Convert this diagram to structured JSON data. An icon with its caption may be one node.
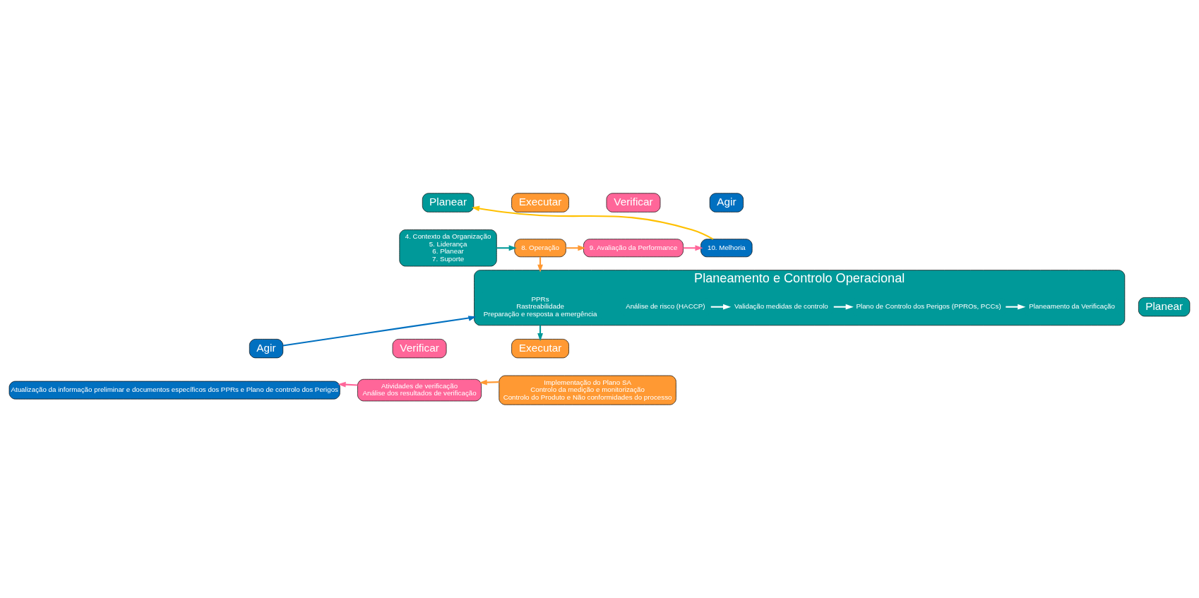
{
  "diagram": {
    "nodes": [
      {
        "text": [
          "Planear"
        ]
      },
      {
        "text": [
          "4. Contexto da Organização",
          "5. Liderança",
          "6. Planear",
          "7. Suporte"
        ]
      },
      {
        "text": [
          "Executar"
        ]
      },
      {
        "text": [
          "8. Operação"
        ]
      },
      {
        "text": [
          "Verificar"
        ]
      },
      {
        "text": [
          "9. Avaliação da Performance"
        ]
      },
      {
        "text": [
          "Agir"
        ]
      },
      {
        "text": [
          "10. Melhoria"
        ]
      },
      {
        "text": [
          "Planear"
        ]
      },
      {
        "text": [
          "Planeamento e Controlo Operacional"
        ]
      },
      {
        "text": [
          "PPRs",
          "Rastreabilidade",
          "Preparação e resposta a emergência"
        ],
        "in": 9
      },
      {
        "text": [
          "Análise de risco (HACCP)"
        ],
        "in": 9
      },
      {
        "text": [
          "Validação medidas de controlo"
        ],
        "in": 9
      },
      {
        "text": [
          "Plano de Controlo dos Perigos (PPROs, PCCs)"
        ],
        "in": 9
      },
      {
        "text": [
          "Planeamento da Verificação"
        ],
        "in": 9
      },
      {
        "text": [
          "Agir"
        ]
      },
      {
        "text": [
          "Atualização da informação preliminar e documentos específicos dos PPRs e Plano de controlo dos Perigos"
        ]
      },
      {
        "text": [
          "Verificar"
        ]
      },
      {
        "text": [
          "Atividades de verificação",
          "Análise dos resultados de verificação"
        ]
      },
      {
        "text": [
          "Executar"
        ]
      },
      {
        "text": [
          "Implementação do Plano SA",
          "Controlo da medição e monitorização",
          "Controlo do Produto e Não conformidades do processo"
        ]
      }
    ],
    "edges": [
      {
        "from": 1,
        "to": 3,
        "arrow": "to",
        "color": "#009999"
      },
      {
        "from": 3,
        "to": 5,
        "arrow": "to",
        "color": "#ff9933"
      },
      {
        "from": 5,
        "to": 7,
        "arrow": "to",
        "color": "#ff6699"
      },
      {
        "from": 7,
        "to": 0,
        "arrow": "to",
        "color": "#ffc000"
      },
      {
        "from": 3,
        "to": 9,
        "arrow": "to",
        "color": "#ff9933"
      },
      {
        "from": 11,
        "to": 12,
        "arrow": "to",
        "color": "#ffffff"
      },
      {
        "from": 12,
        "to": 13,
        "arrow": "to",
        "color": "#ffffff"
      },
      {
        "from": 13,
        "to": 14,
        "arrow": "to",
        "color": "#ffffff"
      },
      {
        "from": 9,
        "to": 19,
        "arrow": "to",
        "color": "#009999"
      },
      {
        "from": 20,
        "to": 18,
        "arrow": "to",
        "color": "#ff9933"
      },
      {
        "from": 18,
        "to": 16,
        "arrow": "to",
        "color": "#ff6699"
      },
      {
        "from": 15,
        "to": 9,
        "arrow": "to",
        "color": "#0070c0"
      }
    ]
  }
}
